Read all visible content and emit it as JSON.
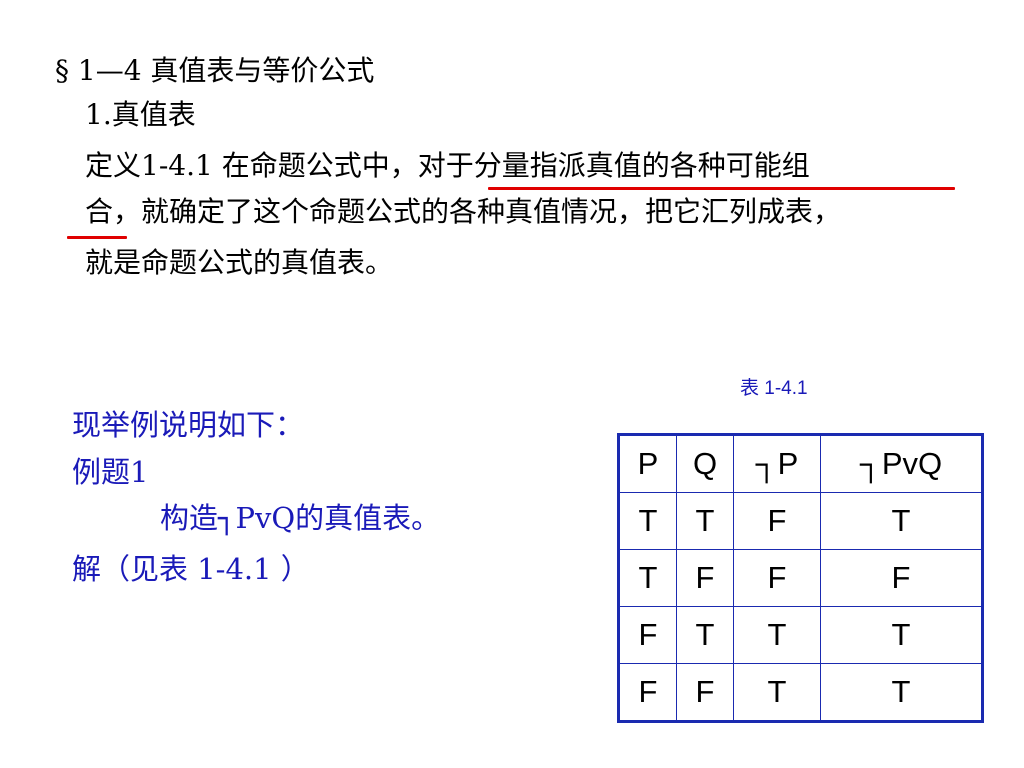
{
  "heading": {
    "section": "§ 1—4 真值表与等价公式",
    "subsection": "1.真值表"
  },
  "definition": {
    "line1_prefix": "定义1-4.1  在命题公式中，",
    "line1_highlight": "对于分量指派真值的各种可能组",
    "line2": "合，就确定了这个命题公式的各种真值情况，把它汇列成表，",
    "line3": "就是命题公式的真值表。"
  },
  "example": {
    "intro": "现举例说明如下：",
    "title": "例题1",
    "task": "构造┐PvQ的真值表。",
    "solution": "解（见表  1-4.1 ）"
  },
  "table": {
    "caption": "表  1-4.1",
    "headers": [
      "P",
      "Q",
      "┐P",
      "┐PvQ"
    ],
    "rows": [
      [
        "T",
        "T",
        "F",
        "T"
      ],
      [
        "T",
        "F",
        "F",
        "F"
      ],
      [
        "F",
        "T",
        "T",
        "T"
      ],
      [
        "F",
        "F",
        "T",
        "T"
      ]
    ]
  },
  "colors": {
    "text": "#000000",
    "accent_blue": "#1a1ab8",
    "underline_red": "#e00000",
    "table_border": "#1a2ab0"
  }
}
